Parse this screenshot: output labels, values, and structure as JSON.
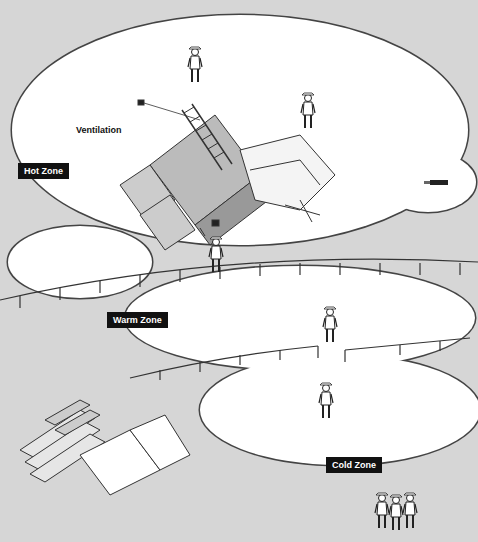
{
  "diagram": {
    "nodes": [
      {
        "text": [
          "Hot Zone"
        ]
      },
      {
        "text": [
          "Warm Zone"
        ]
      },
      {
        "text": [
          "Cold Zone"
        ]
      }
    ],
    "labels": [
      "Ventilation"
    ]
  }
}
